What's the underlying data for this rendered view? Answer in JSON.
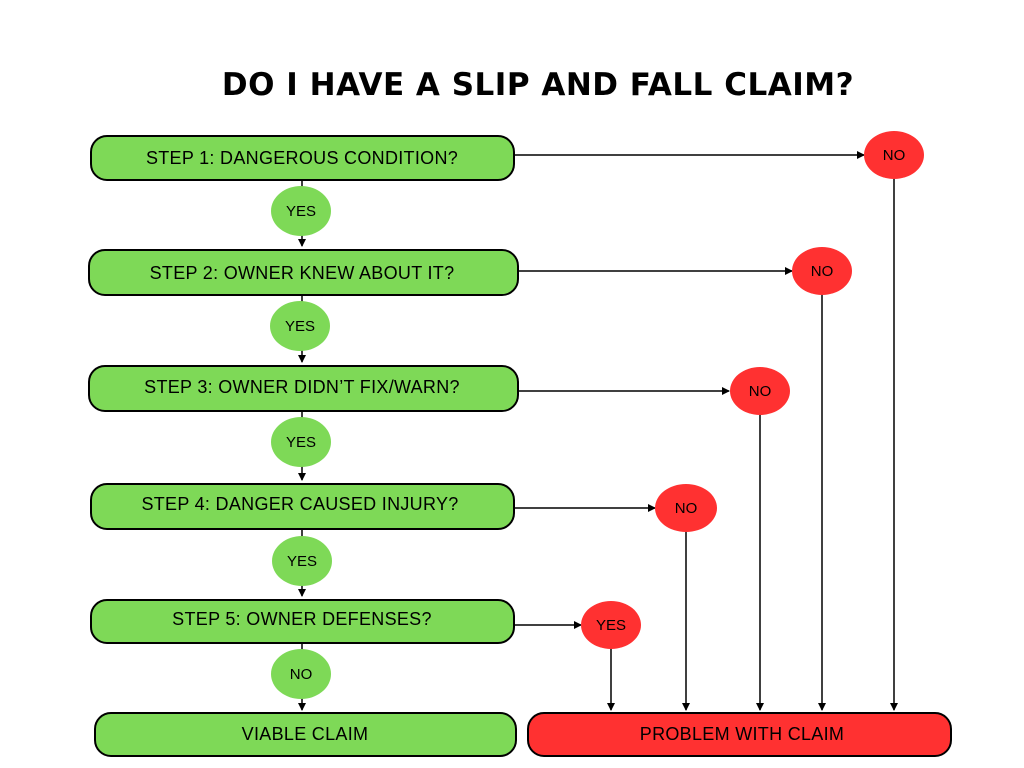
{
  "title": "DO I HAVE A SLIP AND FALL CLAIM?",
  "steps": [
    {
      "label": "STEP 1: DANGEROUS CONDITION?",
      "continue": "YES",
      "exit": "NO"
    },
    {
      "label": "STEP 2: OWNER KNEW ABOUT IT?",
      "continue": "YES",
      "exit": "NO"
    },
    {
      "label": "STEP 3: OWNER DIDN’T FIX/WARN?",
      "continue": "YES",
      "exit": "NO"
    },
    {
      "label": "STEP 4: DANGER CAUSED  INJURY?",
      "continue": "YES",
      "exit": "NO"
    },
    {
      "label": "STEP 5: OWNER DEFENSES?",
      "continue": "NO",
      "exit": "YES"
    }
  ],
  "outcomes": {
    "viable": "VIABLE CLAIM",
    "problem": "PROBLEM WITH CLAIM"
  },
  "colors": {
    "green": "#7ed957",
    "red": "#ff3131"
  }
}
